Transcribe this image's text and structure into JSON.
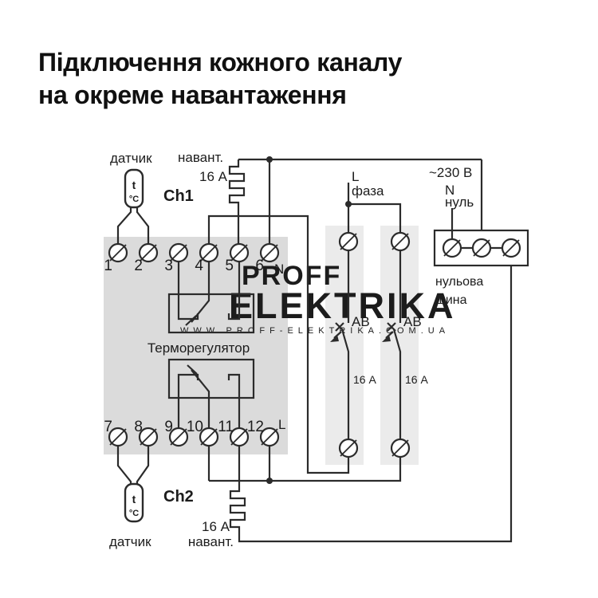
{
  "title": {
    "line1": "Підключення кожного каналу",
    "line2": "на окреме навантаження"
  },
  "diagram": {
    "thermostat": {
      "label": "Терморегулятор",
      "terminals_top": [
        "1",
        "2",
        "3",
        "4",
        "5",
        "6"
      ],
      "terminals_bottom": [
        "7",
        "8",
        "9",
        "10",
        "11",
        "12"
      ],
      "neutral_terminal_note": "N",
      "phase_terminal_note": "L"
    },
    "channel1": {
      "name": "Ch1",
      "sensor_label": "датчик",
      "load_caption": "навант.",
      "load_rating": "16 А"
    },
    "channel2": {
      "name": "Ch2",
      "sensor_label": "датчик",
      "load_caption": "навант.",
      "load_rating": "16 А"
    },
    "sensor_glyph": {
      "top": "t",
      "bottom": "°C"
    },
    "supply": {
      "voltage": "~230 В",
      "neutral_letter": "N",
      "neutral_word": "нуль",
      "phase_letter": "L",
      "phase_word": "фаза"
    },
    "neutral_bus": {
      "label_line1": "нульова",
      "label_line2": "шина"
    },
    "breaker1": {
      "label": "АВ",
      "rating": "16 А"
    },
    "breaker2": {
      "label": "АВ",
      "rating": "16 А"
    }
  },
  "watermark": {
    "brand_top": "PROFF",
    "brand_main": "ELEKTRIKA",
    "url": "WWW.PROFF-ELEKTRIKA.COM.UA"
  },
  "colors": {
    "background": "#ffffff",
    "line": "#2b2b2b",
    "terminal_panel": "#dbdbdb",
    "breaker_panel": "#ebebeb",
    "text": "#1c1c1c"
  }
}
